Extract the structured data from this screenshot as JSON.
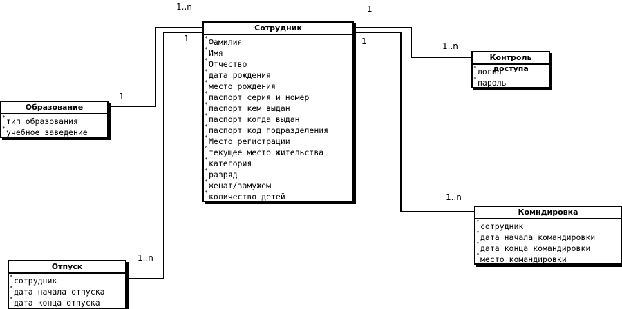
{
  "entities": {
    "employee": {
      "title": "Сотрудник",
      "attributes": [
        {
          "mark": "*",
          "label": "Фамилия"
        },
        {
          "mark": "*",
          "label": "Имя"
        },
        {
          "mark": "*",
          "label": "Отчество"
        },
        {
          "mark": "*",
          "label": "дата рождения"
        },
        {
          "mark": "*",
          "label": "место рождения"
        },
        {
          "mark": "*",
          "label": "паспорт серия и номер"
        },
        {
          "mark": "*",
          "label": "паспорт кем выдан"
        },
        {
          "mark": "*",
          "label": "паспорт когда выдан"
        },
        {
          "mark": "*",
          "label": "паспорт код подразделения"
        },
        {
          "mark": "*",
          "label": "Место регистрации"
        },
        {
          "mark": "°",
          "label": "текущее место жительства"
        },
        {
          "mark": "*",
          "label": "категория"
        },
        {
          "mark": "*",
          "label": "разряд"
        },
        {
          "mark": "*",
          "label": "женат/замужем"
        },
        {
          "mark": "*",
          "label": "количество детей"
        }
      ]
    },
    "education": {
      "title": "Образование",
      "attributes": [
        {
          "mark": "*",
          "label": "тип образования"
        },
        {
          "mark": "*",
          "label": "учебное заведение"
        }
      ]
    },
    "access": {
      "title": "Контроль доступа",
      "attributes": [
        {
          "mark": "*",
          "label": "логин"
        },
        {
          "mark": "*",
          "label": "пароль"
        }
      ]
    },
    "trip": {
      "title": "Комндировка",
      "attributes": [
        {
          "mark": "°",
          "label": "сотрудник"
        },
        {
          "mark": "°",
          "label": "дата начала командировки"
        },
        {
          "mark": "°",
          "label": "дата конца командировки"
        },
        {
          "mark": "°",
          "label": "место командировки"
        }
      ]
    },
    "vacation": {
      "title": "Отпуск",
      "attributes": [
        {
          "mark": "*",
          "label": "сотрудник"
        },
        {
          "mark": "*",
          "label": "дата начала отпуска"
        },
        {
          "mark": "*",
          "label": "дата конца отпуска"
        }
      ]
    }
  },
  "multiplicities": {
    "education_employee_top": "1..n",
    "education_employee_inner": "1",
    "education_side": "1",
    "access_employee": "1",
    "access_side": "1..n",
    "trip_employee": "1",
    "trip_side": "1..n",
    "vacation_side": "1..n"
  }
}
